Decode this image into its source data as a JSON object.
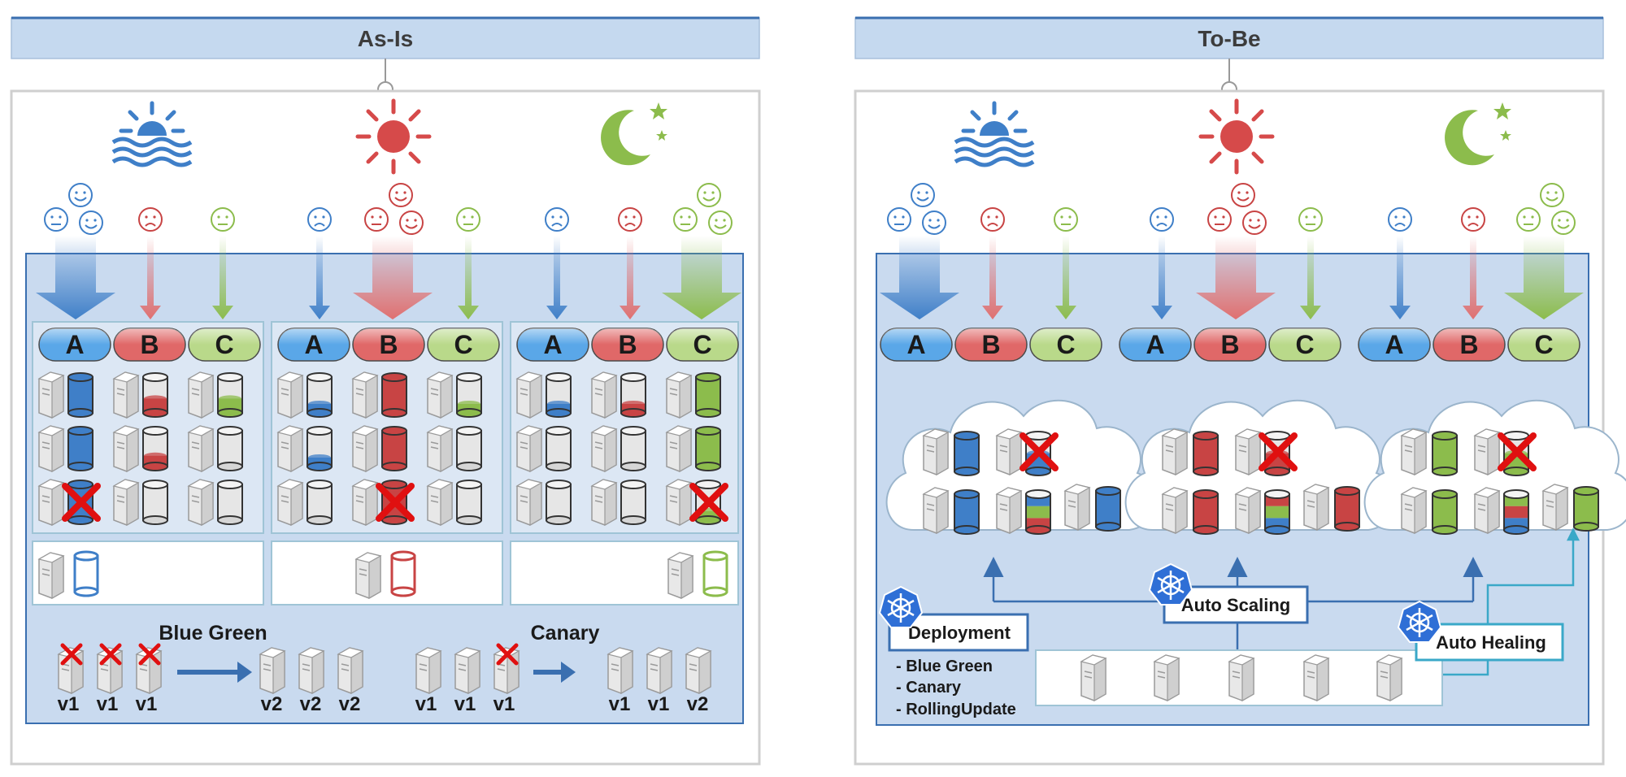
{
  "panels": {
    "as_is": {
      "title": "As-Is",
      "strategies": [
        {
          "label": "Blue Green",
          "before": [
            "v1",
            "v1",
            "v1"
          ],
          "after": [
            "v2",
            "v2",
            "v2"
          ]
        },
        {
          "label": "Canary",
          "before": [
            "v1",
            "v1",
            "v1"
          ],
          "after": [
            "v1",
            "v1",
            "v2"
          ]
        }
      ]
    },
    "to_be": {
      "title": "To-Be",
      "auto_scaling": "Auto Scaling",
      "auto_healing": "Auto Healing",
      "deployment": {
        "title": "Deployment",
        "items": [
          "- Blue Green",
          "- Canary",
          "- RollingUpdate"
        ]
      }
    }
  },
  "services": [
    {
      "label": "A",
      "color": "#3f7fc8",
      "pill": "#5aa7e8"
    },
    {
      "label": "B",
      "color": "#c84444",
      "pill": "#e06868"
    },
    {
      "label": "C",
      "color": "#8cbc4c",
      "pill": "#b9d98a"
    }
  ],
  "time_icons": [
    "sunrise-icon",
    "sun-icon",
    "moon-icon"
  ],
  "colors": {
    "panel_header": "#c5d9ef",
    "panel_fill": "#c9daef",
    "panel_stroke": "#3a6fb0",
    "fail_x": "#e01010"
  }
}
